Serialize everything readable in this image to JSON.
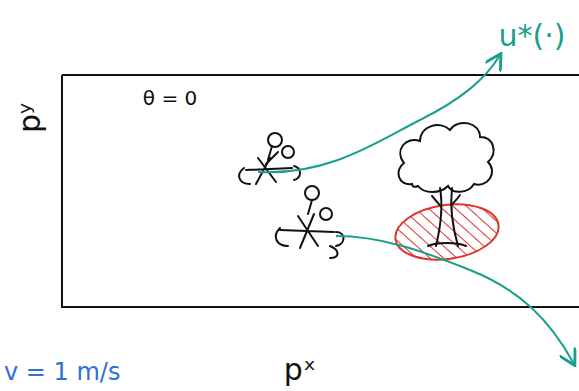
{
  "diagram": {
    "labels": [
      "u*(·)",
      "θ = 0",
      "pʸ",
      "pˣ",
      "v = 1 m/s"
    ]
  }
}
